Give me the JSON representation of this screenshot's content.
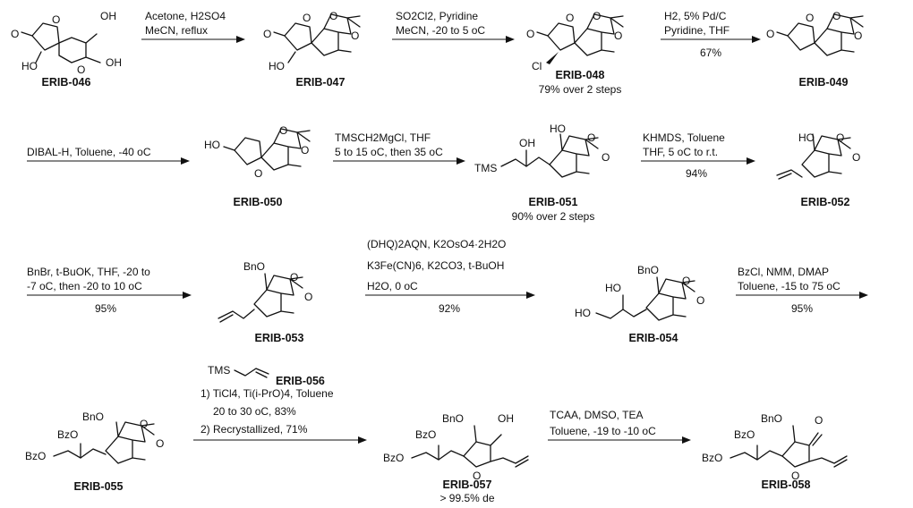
{
  "compounds": [
    {
      "id": "erib046",
      "label": "ERIB-046"
    },
    {
      "id": "erib047",
      "label": "ERIB-047"
    },
    {
      "id": "erib048",
      "label": "ERIB-048",
      "yield": "79% over 2 steps"
    },
    {
      "id": "erib049",
      "label": "ERIB-049"
    },
    {
      "id": "erib050",
      "label": "ERIB-050"
    },
    {
      "id": "erib051",
      "label": "ERIB-051",
      "yield": "90% over 2 steps"
    },
    {
      "id": "erib052",
      "label": "ERIB-052"
    },
    {
      "id": "erib053",
      "label": "ERIB-053"
    },
    {
      "id": "erib054",
      "label": "ERIB-054"
    },
    {
      "id": "erib055",
      "label": "ERIB-055"
    },
    {
      "id": "erib057",
      "label": "ERIB-057",
      "note": "> 99.5% de"
    },
    {
      "id": "erib058",
      "label": "ERIB-058"
    }
  ],
  "reagent_labels": {
    "erib056": "ERIB-056",
    "tms_allyl": "TMS"
  },
  "atom_labels": {
    "O": "O",
    "OH": "OH",
    "HO": "HO",
    "Cl": "Cl",
    "TMS": "TMS",
    "BnO": "BnO",
    "BzO": "BzO"
  },
  "steps": [
    {
      "id": "s1",
      "lines": [
        "Acetone, H2SO4",
        "MeCN, reflux"
      ]
    },
    {
      "id": "s2",
      "lines": [
        "SO2Cl2, Pyridine",
        "MeCN, -20 to 5 oC"
      ]
    },
    {
      "id": "s3",
      "lines": [
        "H2, 5% Pd/C",
        "Pyridine, THF"
      ],
      "yield": "67%"
    },
    {
      "id": "s4",
      "lines": [
        "DIBAL-H, Toluene, -40 oC"
      ]
    },
    {
      "id": "s5",
      "lines": [
        "TMSCH2MgCl, THF",
        "5 to 15 oC, then 35 oC"
      ]
    },
    {
      "id": "s6",
      "lines": [
        "KHMDS, Toluene",
        "THF, 5 oC to r.t."
      ],
      "yield": "94%"
    },
    {
      "id": "s7",
      "lines": [
        "BnBr, t-BuOK, THF, -20 to",
        "-7 oC, then -20 to 10 oC"
      ],
      "yield": "95%"
    },
    {
      "id": "s8",
      "lines": [
        "(DHQ)2AQN, K2OsO4·2H2O",
        "K3Fe(CN)6, K2CO3, t-BuOH",
        "H2O, 0 oC"
      ],
      "yield": "92%"
    },
    {
      "id": "s9",
      "lines": [
        "BzCl, NMM, DMAP",
        "Toluene, -15 to 75 oC"
      ],
      "yield": "95%"
    },
    {
      "id": "s10",
      "lines": [
        "1) TiCl4, Ti(i-PrO)4, Toluene",
        "20 to 30 oC, 83%",
        "2) Recrystallized, 71%"
      ]
    },
    {
      "id": "s11",
      "lines": [
        "TCAA, DMSO, TEA",
        "Toluene, -19 to -10 oC"
      ]
    }
  ]
}
